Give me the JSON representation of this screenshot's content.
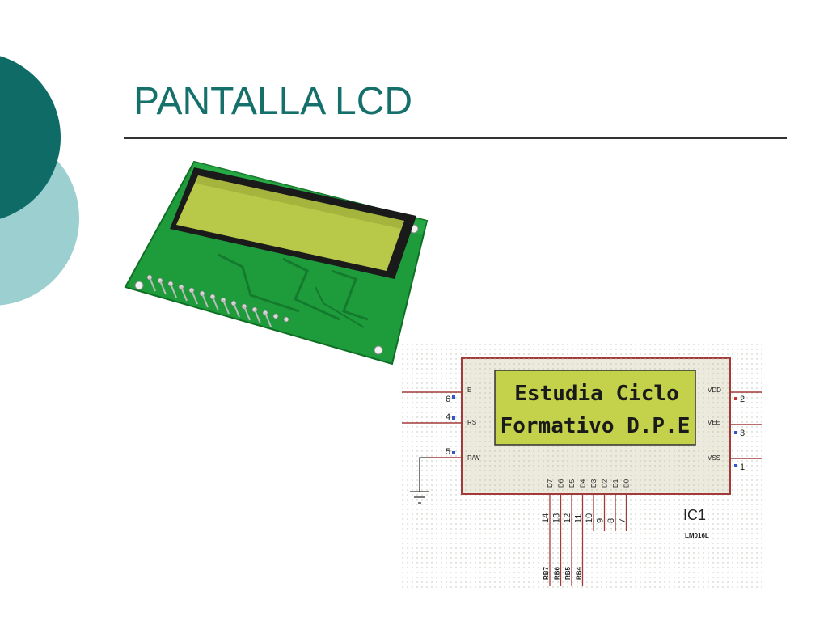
{
  "slide": {
    "title": "PANTALLA LCD"
  },
  "schematic": {
    "display_line1": "Estudia  Ciclo",
    "display_line2": "Formativo  D.P.E",
    "component_ref": "IC1",
    "component_model": "LM016L",
    "left_pins": [
      {
        "number": "6",
        "name": "E"
      },
      {
        "number": "4",
        "name": "RS"
      },
      {
        "number": "5",
        "name": "R/W"
      }
    ],
    "right_pins": [
      {
        "number": "2",
        "name": "VDD"
      },
      {
        "number": "3",
        "name": "VEE"
      },
      {
        "number": "1",
        "name": "VSS"
      }
    ],
    "data_pins": [
      "D7",
      "D6",
      "D5",
      "D4",
      "D3",
      "D2",
      "D1",
      "D0"
    ],
    "data_pin_numbers": [
      "14",
      "13",
      "12",
      "11",
      "10",
      "9",
      "8",
      "7"
    ],
    "net_labels": [
      "RB7",
      "RB6",
      "RB5",
      "RB4"
    ]
  },
  "colors": {
    "title": "#15706b",
    "deco_dark": "#0e6b66",
    "deco_light": "#9ccfd0",
    "lcd_screen": "#c3d24a",
    "pcb": "#1e9c3c",
    "schematic_border": "#a33a3a"
  }
}
